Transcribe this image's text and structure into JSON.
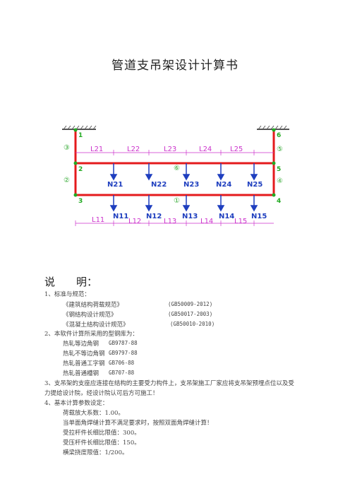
{
  "document": {
    "title": "管道支吊架设计计算书"
  },
  "diagram": {
    "colors": {
      "frame": "#e41a1c",
      "load": "#1f3fbf",
      "label": "#cc33cc",
      "node": "#22aa22",
      "circle": "#33aa33"
    },
    "node_labels": [
      "1",
      "2",
      "3",
      "4",
      "5",
      "6"
    ],
    "upper_loads": [
      "N21",
      "N22",
      "N23",
      "N24",
      "N25"
    ],
    "lower_loads": [
      "N11",
      "N12",
      "N13",
      "N14",
      "N15"
    ],
    "upper_spans": [
      "L21",
      "L22",
      "L23",
      "L24",
      "L25"
    ],
    "lower_spans": [
      "L11",
      "L12",
      "L13",
      "L14",
      "L15"
    ],
    "members": [
      "①",
      "②",
      "③",
      "④",
      "⑤",
      "⑥"
    ]
  },
  "notes": {
    "heading": "说　　明：",
    "s1": "1、标准与规范：",
    "s1_items": [
      {
        "name": "《建筑结构荷载规范》",
        "code": "(GB50009-2012)"
      },
      {
        "name": "《钢结构设计规范》",
        "code": "(GB50017-2003)"
      },
      {
        "name": "《混凝土结构设计规范》",
        "code": "(GB50010-2010)"
      }
    ],
    "s2": "2、本软件计算所采用的型钢库为：",
    "s2_items": [
      {
        "name": "热轧等边角钢",
        "code": "GB9787-88"
      },
      {
        "name": "热轧不等边角钢",
        "code": "GB9797-88"
      },
      {
        "name": "热轧普通工字钢",
        "code": "GB706-88"
      },
      {
        "name": "热轧普通槽钢",
        "code": "GB707-88"
      }
    ],
    "s3_line1": "3、支吊架的支座应连接在结构的主要受力构件上，支吊架施工厂家应将支吊架预埋点位以及受",
    "s3_line2": "力提给设计院，经设计院认可后方可施工！",
    "s4": "4、基本计算参数设定：",
    "s4_items": [
      "荷载放大系数：1.00。",
      "当单面角焊缝计算不满足要求时，按照双面角焊缝计算！",
      "受拉杆件长细比限值：300。",
      "受压杆件长细比限值：150。",
      "横梁挠度限值：1/200。"
    ]
  }
}
